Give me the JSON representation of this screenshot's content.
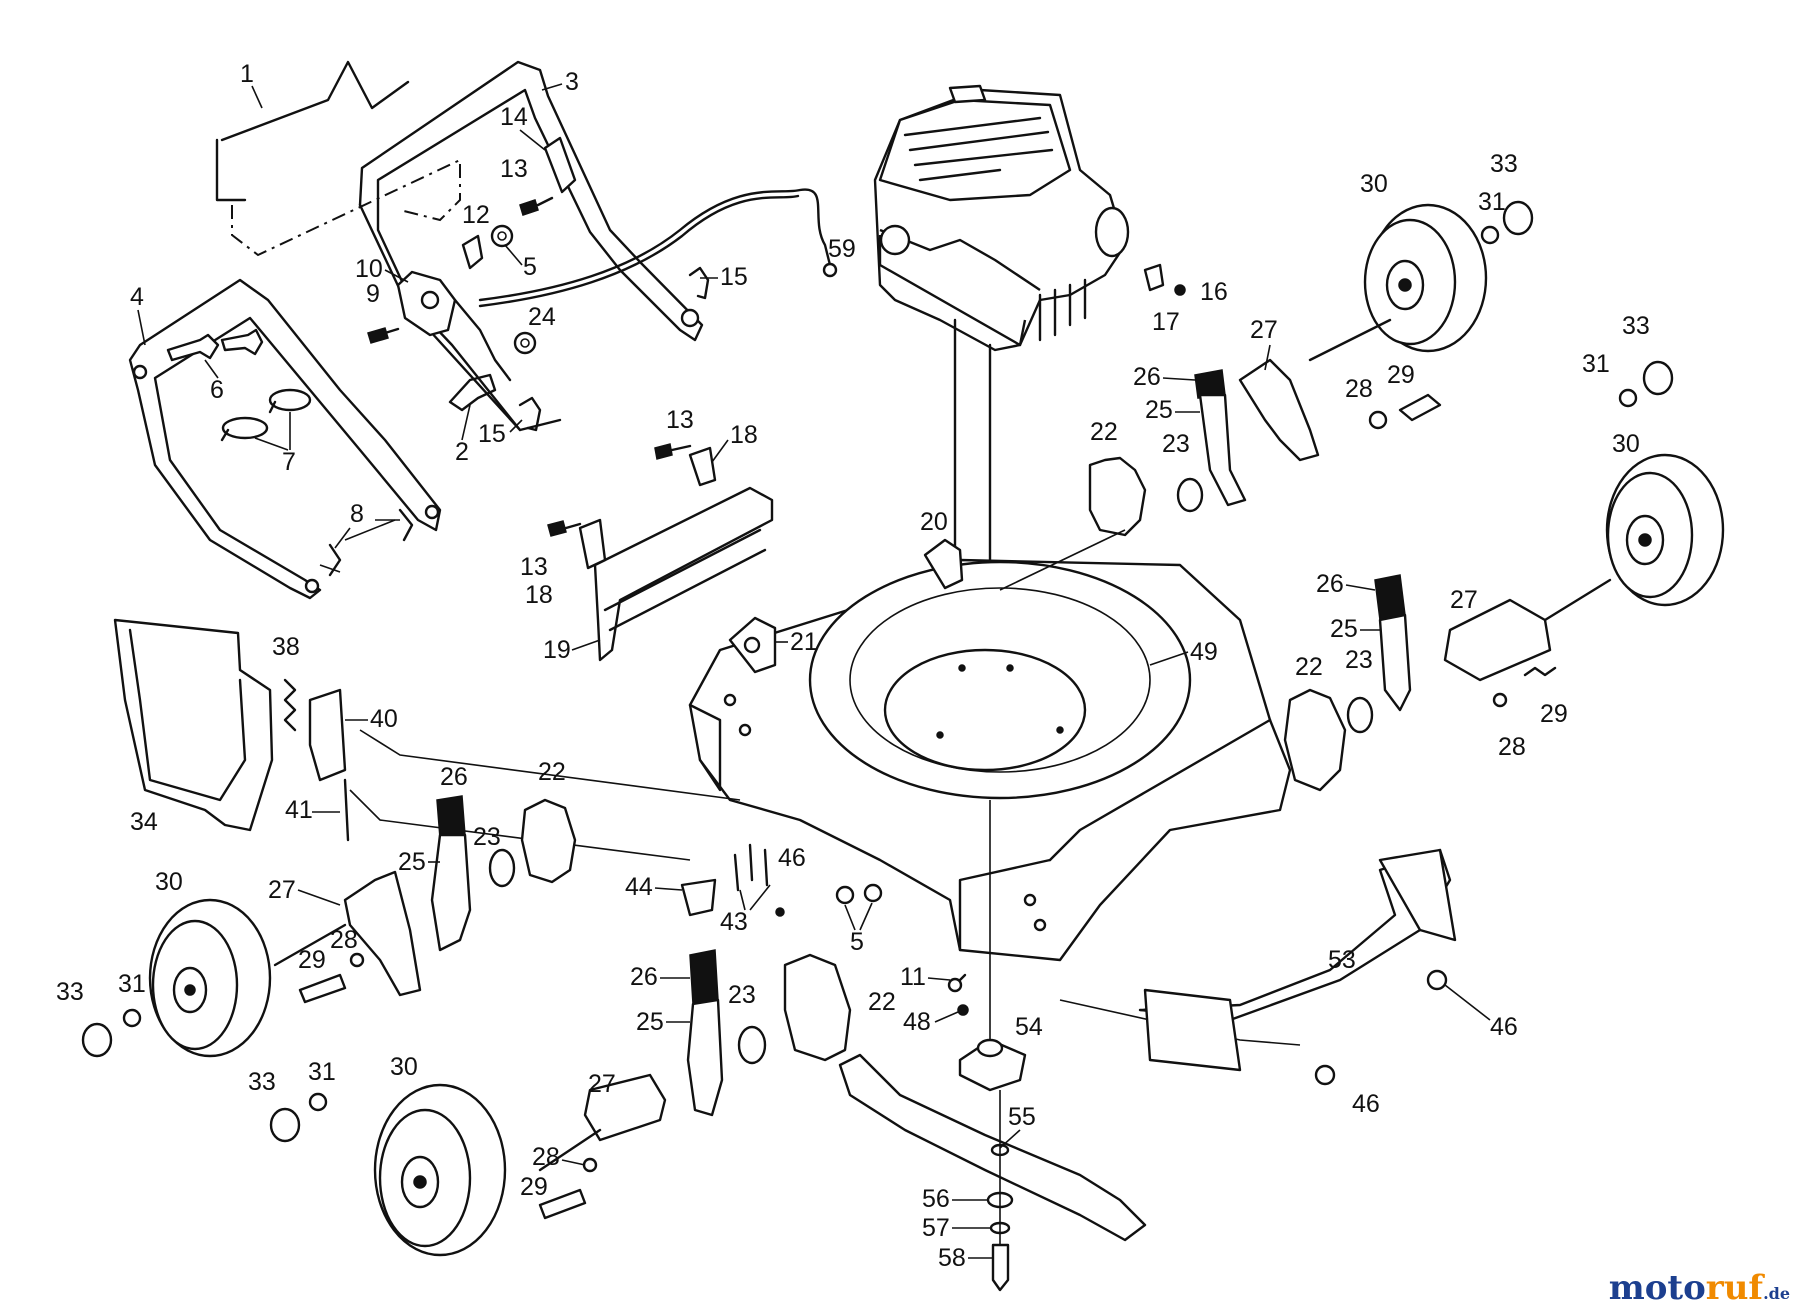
{
  "diagram": {
    "part_labels": [
      "1",
      "2",
      "3",
      "4",
      "5",
      "6",
      "7",
      "8",
      "9",
      "10",
      "11",
      "12",
      "13",
      "14",
      "15",
      "16",
      "17",
      "18",
      "19",
      "20",
      "21",
      "22",
      "23",
      "24",
      "25",
      "26",
      "27",
      "28",
      "29",
      "30",
      "31",
      "33",
      "34",
      "38",
      "40",
      "41",
      "43",
      "44",
      "46",
      "48",
      "49",
      "53",
      "54",
      "55",
      "56",
      "57",
      "58",
      "59"
    ]
  },
  "callouts": [
    {
      "id": "1",
      "text": "1"
    },
    {
      "id": "3",
      "text": "3"
    },
    {
      "id": "14",
      "text": "14"
    },
    {
      "id": "13a",
      "text": "13"
    },
    {
      "id": "12",
      "text": "12"
    },
    {
      "id": "5a",
      "text": "5"
    },
    {
      "id": "10",
      "text": "10"
    },
    {
      "id": "9",
      "text": "9"
    },
    {
      "id": "24",
      "text": "24"
    },
    {
      "id": "15a",
      "text": "15"
    },
    {
      "id": "59",
      "text": "59"
    },
    {
      "id": "4",
      "text": "4"
    },
    {
      "id": "6",
      "text": "6"
    },
    {
      "id": "7",
      "text": "7"
    },
    {
      "id": "2",
      "text": "2"
    },
    {
      "id": "15b",
      "text": "15"
    },
    {
      "id": "8",
      "text": "8"
    },
    {
      "id": "13b",
      "text": "13"
    },
    {
      "id": "18a",
      "text": "18"
    },
    {
      "id": "13c",
      "text": "13"
    },
    {
      "id": "18b",
      "text": "18"
    },
    {
      "id": "19",
      "text": "19"
    },
    {
      "id": "17",
      "text": "17"
    },
    {
      "id": "16",
      "text": "16"
    },
    {
      "id": "30a",
      "text": "30"
    },
    {
      "id": "31a",
      "text": "31"
    },
    {
      "id": "33a",
      "text": "33"
    },
    {
      "id": "27a",
      "text": "27"
    },
    {
      "id": "26a",
      "text": "26"
    },
    {
      "id": "25a",
      "text": "25"
    },
    {
      "id": "28a",
      "text": "28"
    },
    {
      "id": "29a",
      "text": "29"
    },
    {
      "id": "22a",
      "text": "22"
    },
    {
      "id": "23a",
      "text": "23"
    },
    {
      "id": "33b",
      "text": "33"
    },
    {
      "id": "31b",
      "text": "31"
    },
    {
      "id": "30b",
      "text": "30"
    },
    {
      "id": "20",
      "text": "20"
    },
    {
      "id": "21",
      "text": "21"
    },
    {
      "id": "49",
      "text": "49"
    },
    {
      "id": "26b",
      "text": "26"
    },
    {
      "id": "27b",
      "text": "27"
    },
    {
      "id": "25b",
      "text": "25"
    },
    {
      "id": "23b",
      "text": "23"
    },
    {
      "id": "22b",
      "text": "22"
    },
    {
      "id": "29b",
      "text": "29"
    },
    {
      "id": "28b",
      "text": "28"
    },
    {
      "id": "38",
      "text": "38"
    },
    {
      "id": "40",
      "text": "40"
    },
    {
      "id": "34",
      "text": "34"
    },
    {
      "id": "41",
      "text": "41"
    },
    {
      "id": "26c",
      "text": "26"
    },
    {
      "id": "22c",
      "text": "22"
    },
    {
      "id": "23c",
      "text": "23"
    },
    {
      "id": "25c",
      "text": "25"
    },
    {
      "id": "30c",
      "text": "30"
    },
    {
      "id": "27c",
      "text": "27"
    },
    {
      "id": "28c",
      "text": "28"
    },
    {
      "id": "29c",
      "text": "29"
    },
    {
      "id": "33c",
      "text": "33"
    },
    {
      "id": "31c",
      "text": "31"
    },
    {
      "id": "44",
      "text": "44"
    },
    {
      "id": "46a",
      "text": "46"
    },
    {
      "id": "43",
      "text": "43"
    },
    {
      "id": "5b",
      "text": "5"
    },
    {
      "id": "26d",
      "text": "26"
    },
    {
      "id": "23d",
      "text": "23"
    },
    {
      "id": "22d",
      "text": "22"
    },
    {
      "id": "25d",
      "text": "25"
    },
    {
      "id": "11",
      "text": "11"
    },
    {
      "id": "48",
      "text": "48"
    },
    {
      "id": "54",
      "text": "54"
    },
    {
      "id": "53",
      "text": "53"
    },
    {
      "id": "46b",
      "text": "46"
    },
    {
      "id": "46c",
      "text": "46"
    },
    {
      "id": "33d",
      "text": "33"
    },
    {
      "id": "31d",
      "text": "31"
    },
    {
      "id": "30d",
      "text": "30"
    },
    {
      "id": "27d",
      "text": "27"
    },
    {
      "id": "28d",
      "text": "28"
    },
    {
      "id": "29d",
      "text": "29"
    },
    {
      "id": "55",
      "text": "55"
    },
    {
      "id": "56",
      "text": "56"
    },
    {
      "id": "57",
      "text": "57"
    },
    {
      "id": "58",
      "text": "58"
    }
  ],
  "watermark": {
    "part_a": "moto",
    "part_b": "ruf",
    "part_c": ".de"
  },
  "colors": {
    "line": "#111111",
    "background": "#ffffff",
    "watermark_blue": "#1c3f8f",
    "watermark_orange": "#f08a00"
  }
}
